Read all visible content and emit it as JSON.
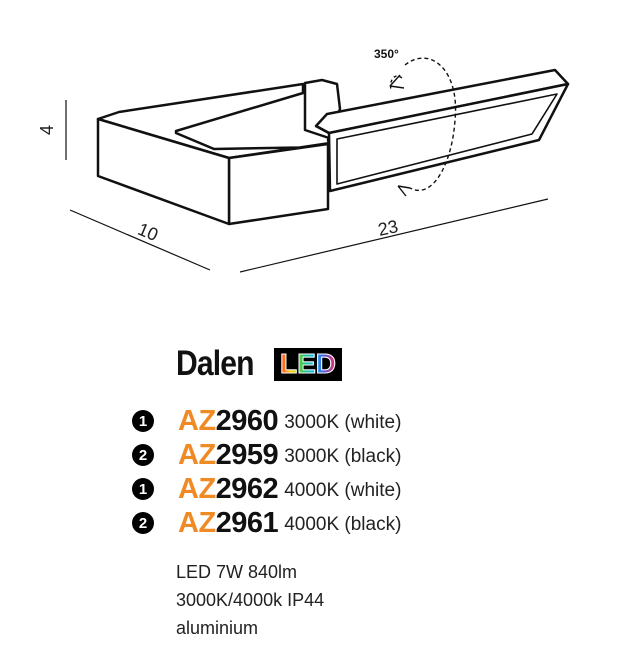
{
  "drawing": {
    "rotation_label": "350°",
    "height_label": "4",
    "depth_label": "10",
    "width_label": "23"
  },
  "product": {
    "name": "Dalen",
    "badge": "LED"
  },
  "models": [
    {
      "marker": "1",
      "prefix": "AZ",
      "number": "2960",
      "variant": "3000K (white)"
    },
    {
      "marker": "2",
      "prefix": "AZ",
      "number": "2959",
      "variant": "3000K (black)"
    },
    {
      "marker": "1",
      "prefix": "AZ",
      "number": "2962",
      "variant": "4000K (white)"
    },
    {
      "marker": "2",
      "prefix": "AZ",
      "number": "2961",
      "variant": "4000K (black)"
    }
  ],
  "specs": {
    "line1": "LED 7W 840lm",
    "line2": "3000K/4000k IP44",
    "line3": "aluminium"
  },
  "colors": {
    "accent": "#f08a24",
    "text": "#111111"
  }
}
